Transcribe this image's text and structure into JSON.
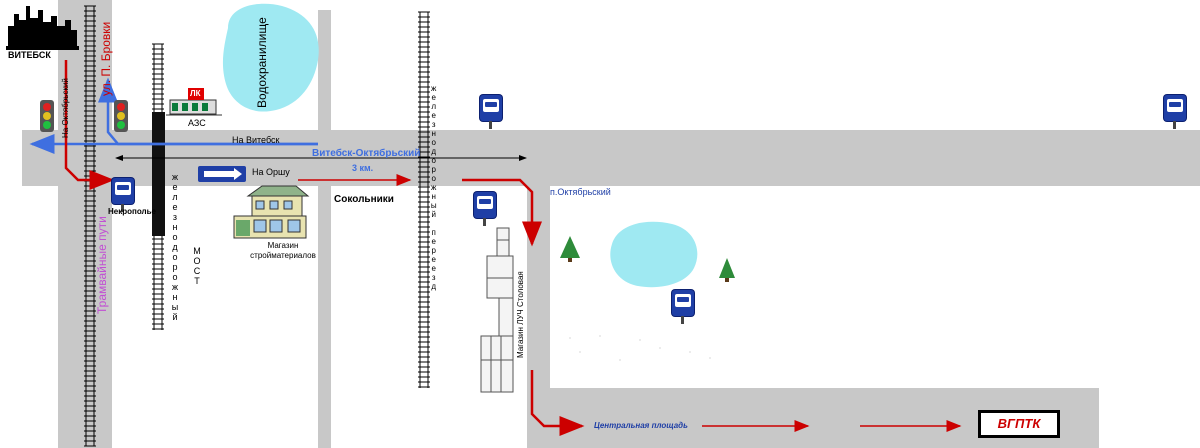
{
  "city_badge": "ВИТЕБСК",
  "streets": {
    "na_oktyabrsky": "На Октябрьский",
    "brovki": "ул. П. Бровки",
    "tram": "Трамвайные пути"
  },
  "azs": {
    "logo": "ЛК",
    "label": "АЗС"
  },
  "reservoir": "Водохранилище",
  "directions": {
    "to_vitebsk": "На Витебск",
    "to_orsha": "На Оршу"
  },
  "distance": {
    "label": "Витебск-Октябрьский",
    "value": "3 км."
  },
  "places": {
    "nekropole": "Некрополье",
    "sokolniki": "Сокольники",
    "oktyabrsky": "п.Октябрьский",
    "store_building": "Магазин стройматериалов",
    "shops_row": "Магазин ЛУЧ Столовая",
    "central_square": "Центральная площадь",
    "destination": "ВГПТК"
  },
  "rail_labels": {
    "bridge": "железнодорожный",
    "bridge_word": "МОСТ",
    "crossing": "железнодорожный переезд"
  },
  "colors": {
    "road": "#c8c8c8",
    "rail": "#000000",
    "route": "#cc0000",
    "blue_route": "#3f6fe0",
    "water": "#9fe9f2",
    "bus_sign": "#1f3fa6",
    "tree": "#2e8b3a",
    "tram_label": "#c14fd3"
  },
  "icons": [
    "city-skyline-icon",
    "traffic-light-icon",
    "bus-stop-icon",
    "gas-station-icon",
    "house-icon",
    "tree-icon",
    "direction-arrow-icon"
  ]
}
